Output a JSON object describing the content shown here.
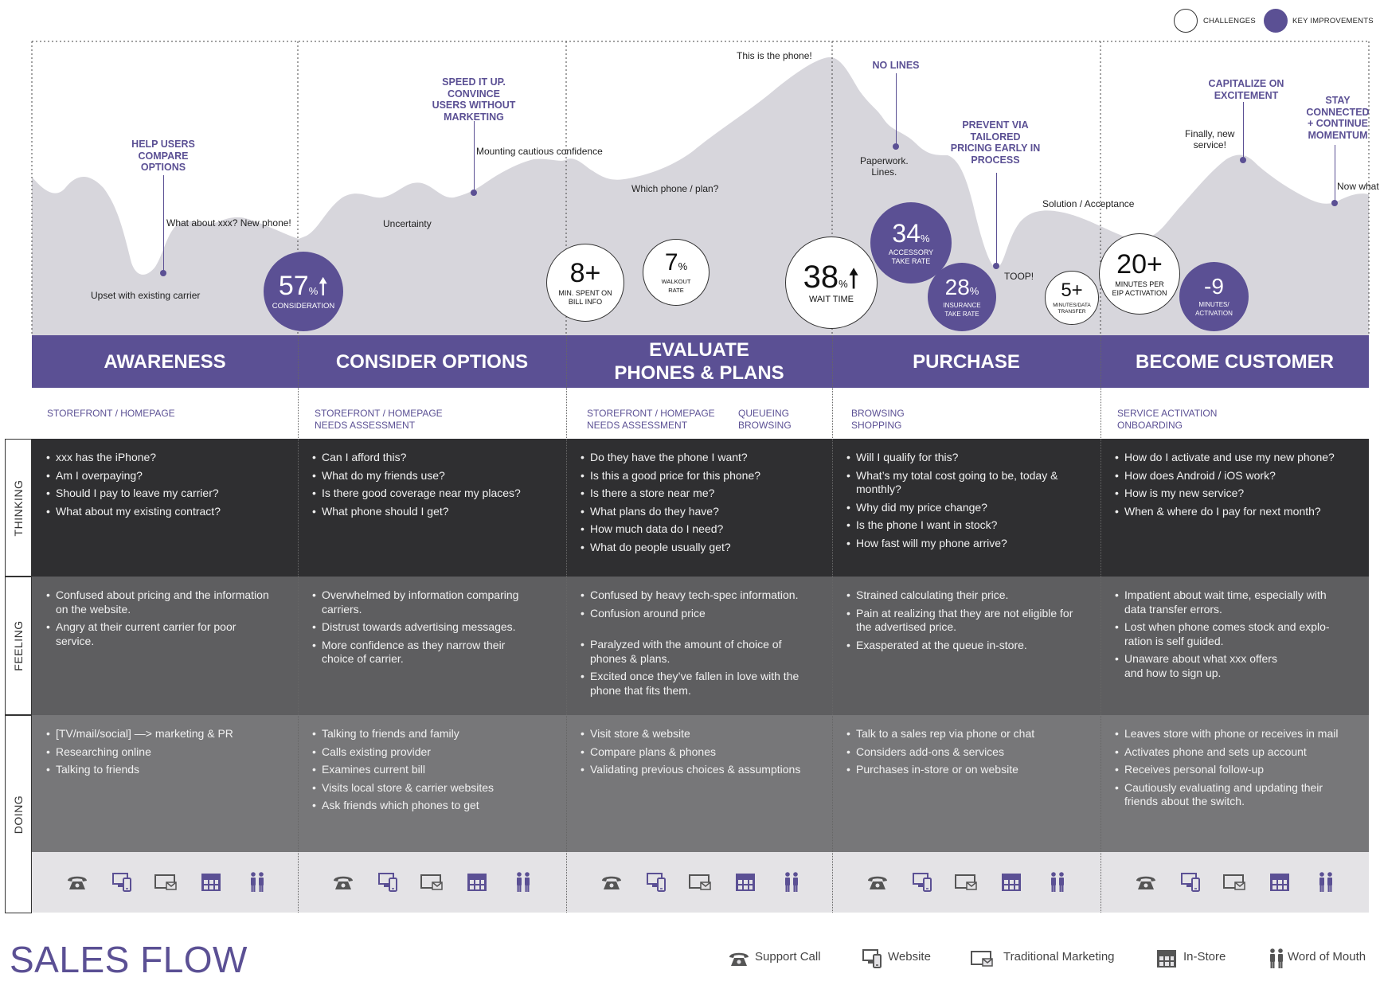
{
  "legend": {
    "challenges_label": "CHALLENGES",
    "improvements_label": "KEY IMPROVEMENTS"
  },
  "colors": {
    "accent": "#5b5094",
    "curve": "#d7d6dc",
    "thinking_bg": "#2f2f31",
    "feeling_bg": "#5e5e60",
    "doing_bg": "#777779",
    "icon_bg": "#e4e3e6"
  },
  "stages": [
    {
      "title": "AWARENESS"
    },
    {
      "title": "CONSIDER OPTIONS"
    },
    {
      "title": "EVALUATE\nPHONES & PLANS"
    },
    {
      "title": "PURCHASE"
    },
    {
      "title": "BECOME CUSTOMER"
    }
  ],
  "key_improvements": [
    {
      "text": "HELP USERS\nCOMPARE\nOPTIONS"
    },
    {
      "text": "SPEED IT UP.\nCONVINCE\nUSERS WITHOUT\nMARKETING"
    },
    {
      "text": "NO LINES"
    },
    {
      "text": "PREVENT VIA\nTAILORED\nPRICING EARLY IN\nPROCESS"
    },
    {
      "text": "CAPITALIZE ON\nEXCITEMENT"
    },
    {
      "text": "STAY\nCONNECTED\n+ CONTINUE\nMOMENTUM"
    }
  ],
  "emotions": [
    {
      "text": "Upset with existing carrier"
    },
    {
      "text": "What about xxx? New phone!"
    },
    {
      "text": "Uncertainty"
    },
    {
      "text": "Mounting cautious confidence"
    },
    {
      "text": "Which phone / plan?"
    },
    {
      "text": "This is the phone!"
    },
    {
      "text": "Paperwork.\nLines."
    },
    {
      "text": "TOOP!"
    },
    {
      "text": "Solution / Acceptance"
    },
    {
      "text": "Finally, new\nservice!"
    },
    {
      "text": "Now what"
    }
  ],
  "stats": [
    {
      "value": "57",
      "unit": "%",
      "arrow": "🠕",
      "label": "CONSIDERATION"
    },
    {
      "value": "8+",
      "unit": "",
      "label": "MIN. SPENT ON\nBILL INFO"
    },
    {
      "value": "7",
      "unit": "%",
      "label": "WALKOUT\nRATE"
    },
    {
      "value": "38",
      "unit": "%",
      "arrow": "🠕",
      "label": "WAIT TIME"
    },
    {
      "value": "34",
      "unit": "%",
      "label": "ACCESSORY\nTAKE RATE"
    },
    {
      "value": "28",
      "unit": "%",
      "label": "INSURANCE\nTAKE RATE"
    },
    {
      "value": "5+",
      "unit": "",
      "label": "MINUTES/DATA\nTRANSFER"
    },
    {
      "value": "20+",
      "unit": "",
      "label": "MINUTES PER\nEIP ACTIVATION"
    },
    {
      "value": "-9",
      "unit": "",
      "label": "MINUTES/\nACTIVATION"
    }
  ],
  "touchpoints": [
    {
      "text": "STOREFRONT / HOMEPAGE"
    },
    {
      "text": "STOREFRONT / HOMEPAGE\nNEEDS ASSESSMENT"
    },
    {
      "text": "STOREFRONT / HOMEPAGE\nNEEDS ASSESSMENT"
    },
    {
      "text": "QUEUEING\nBROWSING"
    },
    {
      "text": "BROWSING\nSHOPPING"
    },
    {
      "text": "SERVICE ACTIVATION\nONBOARDING"
    }
  ],
  "row_labels": {
    "thinking": "THINKING",
    "feeling": "FEELING",
    "doing": "DOING"
  },
  "thinking": [
    [
      "xxx has the iPhone?",
      "Am I overpaying?",
      "Should I pay to leave my carrier?",
      "What about my existing contract?"
    ],
    [
      "Can I afford this?",
      "What do my friends use?",
      "Is there good coverage near my places?",
      "What phone should I get?"
    ],
    [
      "Do they have the phone I want?",
      "Is this a good price for this phone?",
      "Is there a store near me?",
      "What plans do they have?",
      "How much data do I need?",
      "What do people usually get?"
    ],
    [
      "Will I qualify for this?",
      "What’s my total cost going to be, today &\nmonthly?",
      "Why did my price change?",
      "Is the phone I want in stock?",
      "How fast will my phone arrive?"
    ],
    [
      "How do I activate and use my new phone?",
      "How does Android / iOS work?",
      "How is my new service?",
      "When & where do I pay for next month?"
    ]
  ],
  "feeling": [
    [
      "Confused about pricing and the information\non the website.",
      "Angry at their current carrier for poor\nservice."
    ],
    [
      "Overwhelmed by information comparing\ncarriers.",
      "Distrust towards advertising messages.",
      "More confidence as they narrow their\nchoice of carrier."
    ],
    [
      "Confused by heavy tech-spec information.",
      "Confusion around price",
      "Paralyzed with the amount of choice of\nphones & plans.",
      "Excited once they’ve fallen in love with the\nphone that fits them."
    ],
    [
      "Strained calculating their price.",
      "Pain at realizing that they are not eligible for\nthe advertised price.",
      "Exasperated at the queue in-store."
    ],
    [
      "Impatient about wait time, especially with\ndata transfer errors.",
      "Lost when phone comes stock and explo-\nration is self guided.",
      "Unaware about what xxx offers\nand how to sign up."
    ]
  ],
  "doing": [
    [
      "[TV/mail/social] —> marketing & PR",
      "Researching online",
      "Talking to friends"
    ],
    [
      "Talking to friends and family",
      "Calls existing provider",
      "Examines current bill",
      "Visits local store & carrier websites",
      "Ask friends which phones to get"
    ],
    [
      "Visit store & website",
      "Compare plans & phones",
      "Validating previous choices & assumptions"
    ],
    [
      "Talk to a sales rep via phone or chat",
      "Considers add-ons & services",
      "Purchases in-store or on website"
    ],
    [
      "Leaves store with phone or receives in mail",
      "Activates phone and sets up account",
      "Receives personal  follow-up",
      "Cautiously evaluating and updating their\nfriends about the switch."
    ]
  ],
  "channel_icons": [
    "phone-icon",
    "website-icon",
    "marketing-icon",
    "store-icon",
    "word-of-mouth-icon"
  ],
  "footer": {
    "title": "SALES FLOW",
    "legend": [
      {
        "icon": "phone-icon",
        "label": "Support Call"
      },
      {
        "icon": "website-icon",
        "label": "Website"
      },
      {
        "icon": "marketing-icon",
        "label": "Traditional Marketing"
      },
      {
        "icon": "store-icon",
        "label": "In-Store"
      },
      {
        "icon": "word-of-mouth-icon",
        "label": "Word of Mouth"
      }
    ]
  }
}
